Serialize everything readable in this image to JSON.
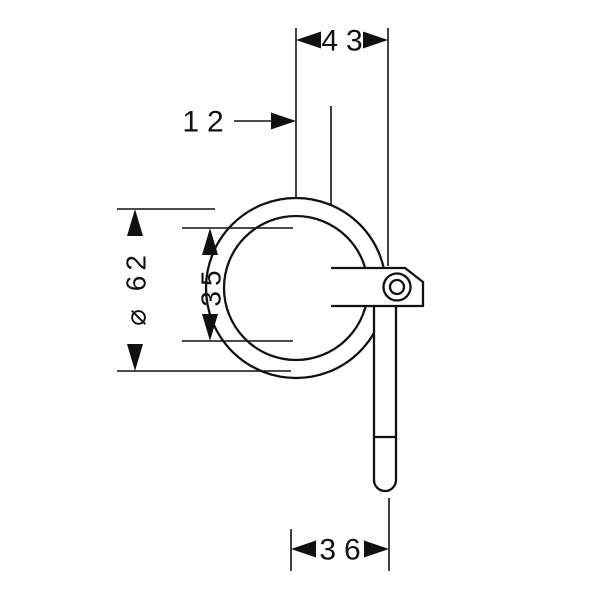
{
  "drawing": {
    "description": "technical dimension drawing of wall-mounted holder, side view",
    "dimensions": {
      "top_width": "43",
      "plate_depth": "12",
      "plate_diameter": "⌀ 62",
      "center_offset": "35",
      "bottom_depth": "36"
    },
    "colors": {
      "line": "#111111",
      "background": "#ffffff"
    }
  }
}
